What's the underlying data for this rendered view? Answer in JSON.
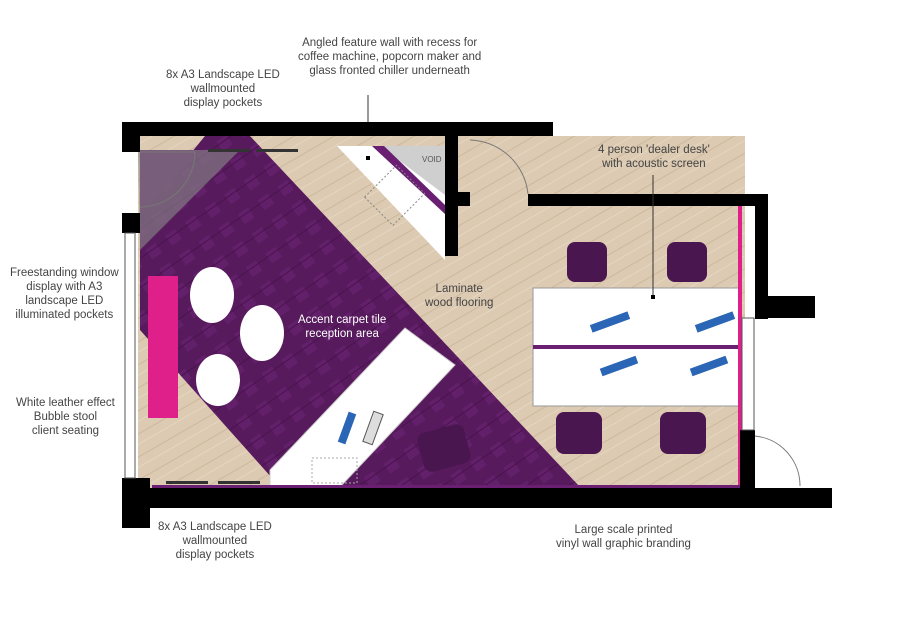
{
  "labels": {
    "angled_wall": [
      "Angled feature wall with recess for",
      "coffee machine, popcorn maker and",
      "glass fronted chiller underneath"
    ],
    "led_top": [
      "8x A3 Landscape LED",
      "wallmounted",
      "display pockets"
    ],
    "dealer_desk": [
      "4 person 'dealer desk'",
      "with acoustic screen"
    ],
    "window_display": [
      "Freestanding window",
      "display with A3",
      "landscape LED",
      "illuminated pockets"
    ],
    "bubble_stool": [
      "White leather effect",
      "Bubble stool",
      "client seating"
    ],
    "led_bottom": [
      "8x A3 Landscape LED",
      "wallmounted",
      "display pockets"
    ],
    "vinyl": [
      "Large scale printed",
      "vinyl wall graphic branding"
    ],
    "laminate": [
      "Laminate",
      "wood flooring"
    ],
    "carpet": [
      "Accent carpet tile",
      "reception area"
    ],
    "void": "VOID"
  },
  "colors": {
    "wall": "#000000",
    "wood": "#d9c8b0",
    "carpet": "#5a1a5e",
    "accent": "#e0208a",
    "desk": "#ffffff"
  }
}
